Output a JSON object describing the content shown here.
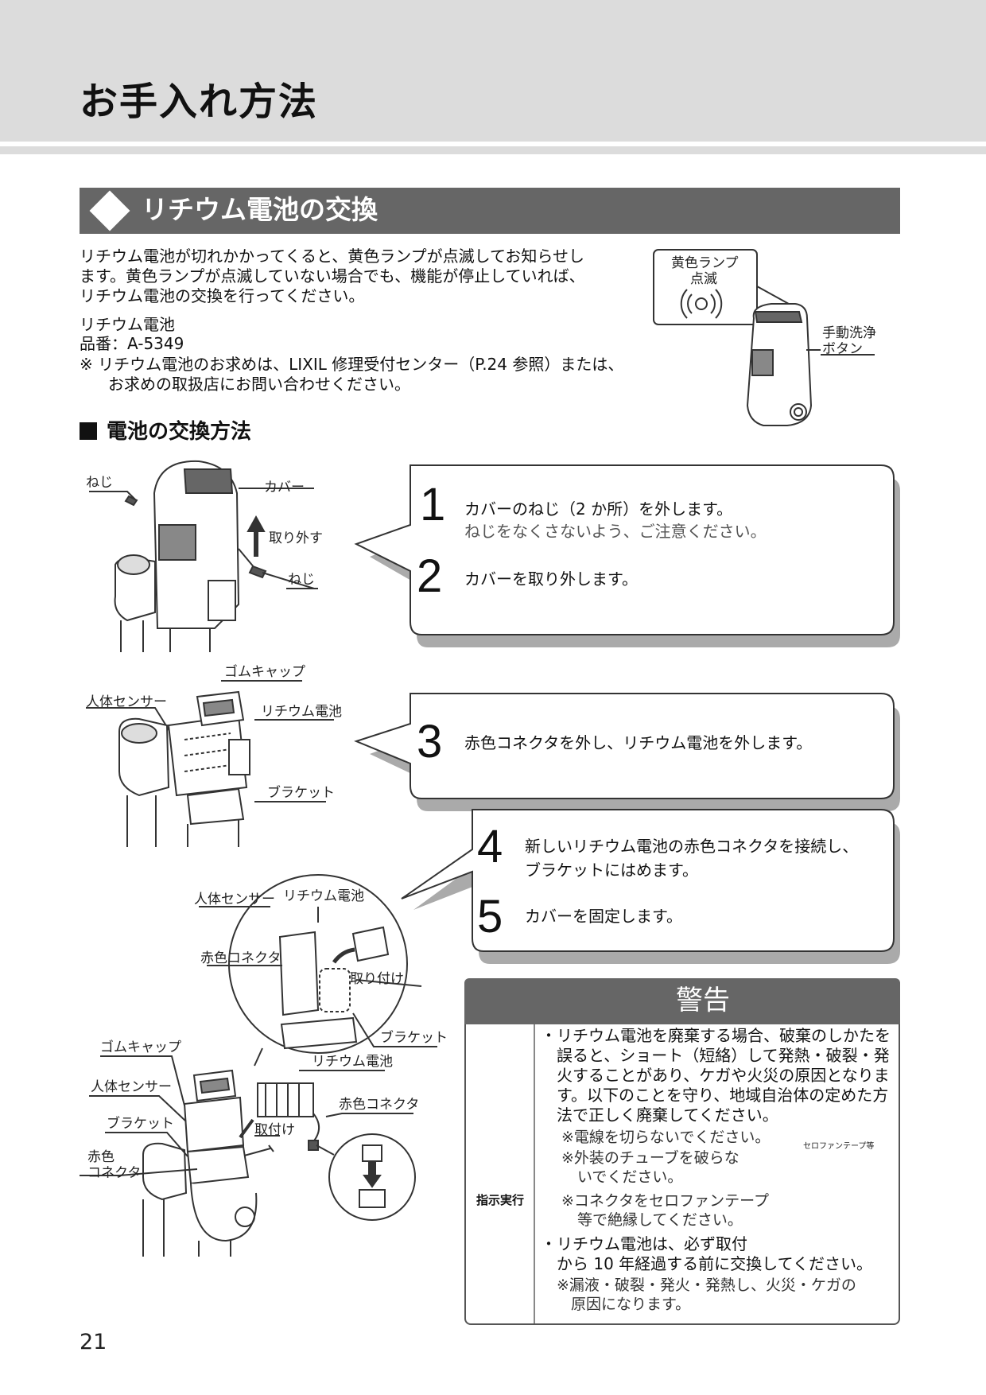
{
  "header": {
    "title": "お手入れ方法"
  },
  "section": {
    "title": "リチウム電池の交換"
  },
  "intro": {
    "line1": "リチウム電池が切れかかってくると、黄色ランプが点滅してお知らせし",
    "line2": "ます。黄色ランプが点滅していない場合でも、機能が停止していれば、",
    "line3": "リチウム電池の交換を行ってください。"
  },
  "battery": {
    "name": "リチウム電池",
    "number": "品番：A-5349",
    "note_line1": "※ リチウム電池のお求めは、LIXIL 修理受付センター（P.24 参照）または、",
    "note_line2": "お求めの取扱店にお問い合わせください。"
  },
  "figure_top": {
    "lamp_label_1": "黄色ランプ",
    "lamp_label_2": "点滅",
    "button_label_1": "手動洗浄",
    "button_label_2": "ボタン"
  },
  "method": {
    "title": "電池の交換方法"
  },
  "fig1": {
    "screw_a": "ねじ",
    "cover": "カバー",
    "remove": "取り外す",
    "screw_b": "ねじ"
  },
  "fig2": {
    "cap": "ゴムキャップ",
    "sensor": "人体センサー",
    "battery": "リチウム電池",
    "bracket": "ブラケット"
  },
  "fig3": {
    "sensor": "人体センサー",
    "battery": "リチウム電池",
    "connector": "赤色コネクタ",
    "attach": "取り付け",
    "bracket": "ブラケット",
    "cap": "ゴムキャップ",
    "sensor2": "人体センサー",
    "battery2": "リチウム電池",
    "connector2": "赤色コネクタ",
    "attach2": "取付け",
    "bracket2": "ブラケット",
    "red_1": "赤色",
    "red_2": "コネクタ"
  },
  "steps": [
    {
      "num": "1",
      "text": "カバーのねじ（2 か所）を外します。",
      "sub": "ねじをなくさないよう、ご注意ください。"
    },
    {
      "num": "2",
      "text": "カバーを取り外します。"
    },
    {
      "num": "3",
      "text": "赤色コネクタを外し、リチウム電池を外します。"
    },
    {
      "num": "4",
      "text_line1": "新しいリチウム電池の赤色コネクタを接続し、",
      "text_line2": "ブラケットにはめます。"
    },
    {
      "num": "5",
      "text": "カバーを固定します。"
    }
  ],
  "warning": {
    "title": "警告",
    "action_label": "指示実行",
    "p1_line1": "・リチウム電池を廃棄する場合、破棄のしかたを",
    "p1_line2": "誤ると、ショート（短絡）して発熱・破裂・発",
    "p1_line3": "火することがあり、ケガや火災の原因となりま",
    "p1_line4": "す。以下のことを守り、地域自治体の定めた方",
    "p1_line5": "法で正しく廃棄してください。",
    "s1": "※電線を切らないでください。",
    "s2_line1": "※外装のチューブを破らな",
    "s2_line2": "いでください。",
    "s3_line1": "※コネクタをセロファンテープ",
    "s3_line2": "等で絶縁してください。",
    "tape_label": "セロファンテープ等",
    "p2_line1": "・リチウム電池は、必ず取付",
    "p2_line2": "から 10 年経過する前に交換してください。",
    "p2_sub1": "※漏液・破裂・発火・発熱し、火災・ケガの",
    "p2_sub2": "原因になります。"
  },
  "footer": {
    "page": "21"
  }
}
